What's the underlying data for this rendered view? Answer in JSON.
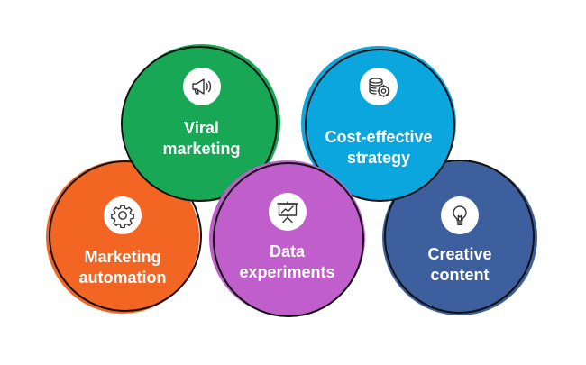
{
  "circles": {
    "viral": {
      "label_line1": "Viral",
      "label_line2": "marketing",
      "icon": "megaphone-icon",
      "color": "#18a755"
    },
    "cost": {
      "label_line1": "Cost-effective",
      "label_line2": "strategy",
      "icon": "coins-gear-icon",
      "color": "#0ca6de"
    },
    "automation": {
      "label_line1": "Marketing",
      "label_line2": "automation",
      "icon": "gear-icon",
      "color": "#f26522"
    },
    "data": {
      "label_line1": "Data",
      "label_line2": "experiments",
      "icon": "presentation-board-icon",
      "color": "#c05fcc"
    },
    "creative": {
      "label_line1": "Creative",
      "label_line2": "content",
      "icon": "lightbulb-icon",
      "color": "#3e5f9e"
    }
  }
}
